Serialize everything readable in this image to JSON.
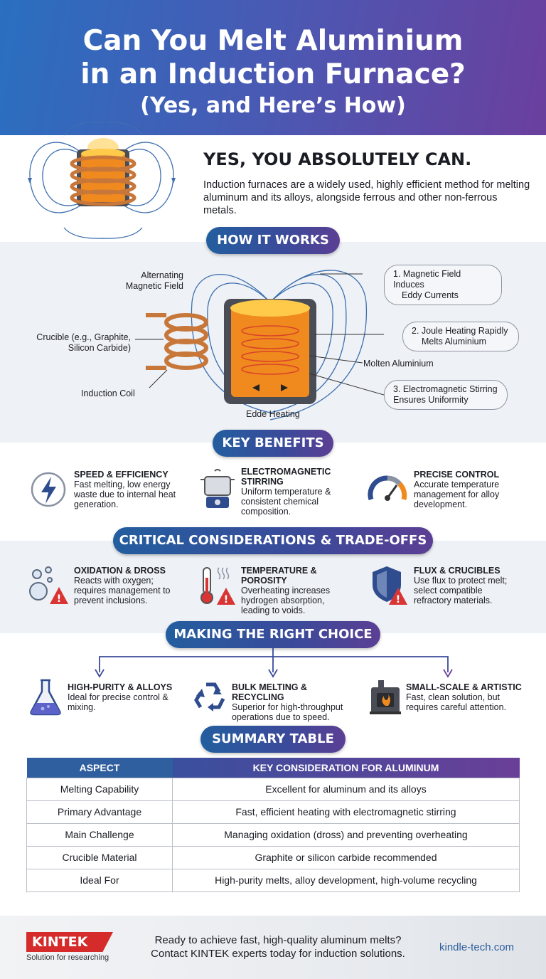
{
  "hero": {
    "title_line1": "Can You Melt Aluminium",
    "title_line2": "in an Induction Furnace?",
    "subtitle": "(Yes, and Here’s How)"
  },
  "intro": {
    "heading": "YES, YOU ABSOLUTELY CAN.",
    "body": "Induction furnaces are a widely used, highly efficient method for melting aluminum and its alloys, alongside ferrous and other non-ferrous metals."
  },
  "how_it_works": {
    "title": "HOW IT WORKS",
    "labels": {
      "alt_field_1": "Alternating",
      "alt_field_2": "Magnetic Field",
      "crucible_1": "Crucible (e.g., Graphite,",
      "crucible_2": "Silicon Carbide)",
      "coil": "Induction Coil",
      "eddy": "Edde Heating",
      "molten": "Molten Aluminium"
    },
    "steps": [
      {
        "line1": "1. Magnetic Field Induces",
        "line2": "Eddy Currents"
      },
      {
        "line1": "2.  Joule Heating Rapidly",
        "line2": "Melts Aluminium"
      },
      {
        "line1": "3. Electromagnetic Stirring",
        "line2": "Ensures Uniformity"
      }
    ]
  },
  "benefits": {
    "title": "KEY BENEFITS",
    "items": [
      {
        "title": "SPEED & EFFICIENCY",
        "desc1": "Fast melting, low energy",
        "desc2": "waste due to internal heat",
        "desc3": "generation.",
        "icon": "lightning-icon"
      },
      {
        "title": "ELECTROMAGNETIC",
        "title2": "STIRRING",
        "desc1": "Uniform temperature &",
        "desc2": "consistent chemical",
        "desc3": "composition.",
        "icon": "stirrer-icon"
      },
      {
        "title": "PRECISE CONTROL",
        "desc1": "Accurate temperature",
        "desc2": "management for alloy",
        "desc3": "development.",
        "icon": "gauge-icon"
      }
    ]
  },
  "considerations": {
    "title": "CRITICAL CONSIDERATIONS & TRADE-OFFS",
    "items": [
      {
        "title": "OXIDATION & DROSS",
        "desc1": "Reacts with oxygen;",
        "desc2": "requires management to",
        "desc3": "prevent inclusions.",
        "icon": "bubbles-warning-icon"
      },
      {
        "title": "TEMPERATURE & POROSITY",
        "desc1": "Overheating increases",
        "desc2": "hydrogen absorption,",
        "desc3": "leading to voids.",
        "icon": "thermometer-warning-icon"
      },
      {
        "title": "FLUX & CRUCIBLES",
        "desc1": "Use flux to protect melt;",
        "desc2": "select compatible",
        "desc3": "refractory materials.",
        "icon": "shield-warning-icon"
      }
    ]
  },
  "choice": {
    "title": "MAKING THE RIGHT CHOICE",
    "items": [
      {
        "title": "HIGH-PURITY & ALLOYS",
        "desc1": "Ideal for precise control &",
        "desc2": "mixing.",
        "icon": "flask-icon"
      },
      {
        "title": "BULK MELTING & RECYCLING",
        "desc1": "Superior for high-throughput",
        "desc2": "operations due to speed.",
        "icon": "recycle-icon"
      },
      {
        "title": "SMALL-SCALE & ARTISTIC",
        "desc1": "Fast, clean solution, but",
        "desc2": "requires careful attention.",
        "icon": "furnace-icon"
      }
    ]
  },
  "summary": {
    "title": "SUMMARY TABLE",
    "headers": [
      "ASPECT",
      "KEY CONSIDERATION FOR ALUMINUM"
    ],
    "rows": [
      [
        "Melting Capability",
        "Excellent for aluminum and its alloys"
      ],
      [
        "Primary Advantage",
        "Fast, efficient heating with electromagnetic stirring"
      ],
      [
        "Main Challenge",
        "Managing oxidation (dross) and preventing overheating"
      ],
      [
        "Crucible Material",
        "Graphite or silicon carbide recommended"
      ],
      [
        "Ideal For",
        "High-purity melts, alloy development, high-volume recycling"
      ]
    ]
  },
  "footer": {
    "brand": "KINTEK",
    "tagline": "Solution for researching",
    "cta1": "Ready to achieve fast, high-quality aluminum melts?",
    "cta2": "Contact KINTEK experts today for induction solutions.",
    "url": "kindle-tech.com"
  },
  "colors": {
    "accent": "#3b4a9a",
    "warning": "#d93535",
    "molten": "#f08a1e",
    "coil": "#c8773a"
  }
}
